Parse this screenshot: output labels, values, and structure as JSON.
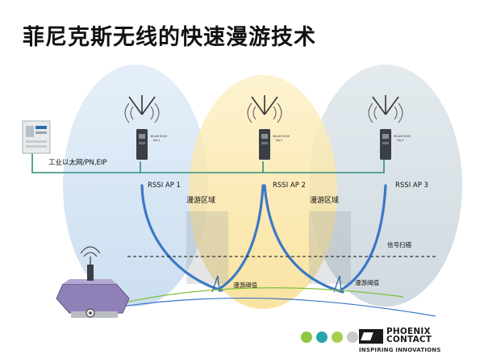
{
  "title": "菲尼克斯无线的快速漫游技术",
  "network_label": "工业以太网/PN,EIP",
  "access_points": [
    {
      "label": "RSSI AP 1",
      "device_line1": "WLAN 5000",
      "device_line2": "No.1"
    },
    {
      "label": "RSSI AP 2",
      "device_line1": "WLAN 5000",
      "device_line2": "No.2"
    },
    {
      "label": "RSSI AP 3",
      "device_line1": "WLAN 5000",
      "device_line2": "No.3"
    }
  ],
  "roaming_zone_labels": [
    "漫游区域",
    "漫游区域"
  ],
  "signal_scan_label": "信号扫描",
  "roaming_threshold_labels": [
    "漫游阈值",
    "漫游阈值"
  ],
  "brand": {
    "name_line1": "PHOENIX",
    "name_line2": "CONTACT",
    "tagline": "INSPIRING INNOVATIONS"
  },
  "colors": {
    "cell_blue": "#cfe2f3",
    "cell_yellow": "#fbe7a6",
    "cell_grey": "#d5dfe6",
    "signal_curve": "#3d78c6",
    "network_line": "#2f8f7a",
    "brand_green": "#8ec641",
    "brand_teal": "#24a7ae"
  }
}
